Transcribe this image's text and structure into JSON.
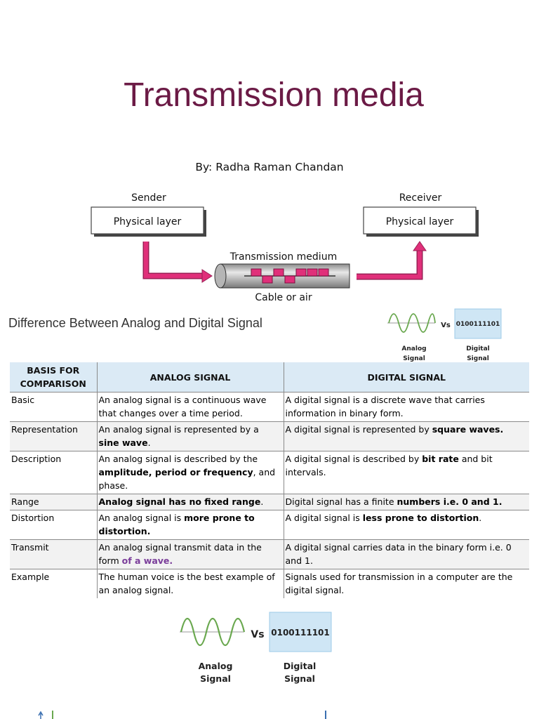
{
  "title": "Transmission media",
  "author": "By: Radha Raman Chandan",
  "diagram": {
    "sender_label": "Sender",
    "receiver_label": "Receiver",
    "sender_box": "Physical layer",
    "receiver_box": "Physical layer",
    "medium_label": "Transmission medium",
    "medium_caption": "Cable or air"
  },
  "subtitle": "Difference Between Analog and Digital Signal",
  "signal_icon": {
    "vs": "Vs",
    "digital_value": "0100111101",
    "analog_line1": "Analog",
    "analog_line2": "Signal",
    "digital_line1": "Digital",
    "digital_line2": "Signal"
  },
  "table": {
    "headers": {
      "basis_line1": "BASIS FOR",
      "basis_line2": "COMPARISON",
      "analog": "ANALOG SIGNAL",
      "digital": "DIGITAL SIGNAL"
    },
    "rows": [
      {
        "basis": "Basic",
        "analog": [
          {
            "t": "An analog signal is a continuous wave that changes over a time period."
          }
        ],
        "digital": [
          {
            "t": "A digital signal is a discrete wave that carries information in binary form."
          }
        ]
      },
      {
        "basis": "Representation",
        "analog": [
          {
            "t": "An analog signal is represented by a "
          },
          {
            "t": "sine wave",
            "b": true
          },
          {
            "t": "."
          }
        ],
        "digital": [
          {
            "t": "A digital signal is represented by "
          },
          {
            "t": "square waves.",
            "b": true
          }
        ]
      },
      {
        "basis": "Description",
        "analog": [
          {
            "t": "An analog signal is described by the "
          },
          {
            "t": "amplitude, period or frequency",
            "b": true
          },
          {
            "t": ", and phase."
          }
        ],
        "digital": [
          {
            "t": "A digital signal is described by "
          },
          {
            "t": "bit rate",
            "b": true
          },
          {
            "t": " and bit intervals."
          }
        ]
      },
      {
        "basis": "Range",
        "analog": [
          {
            "t": "Analog signal has no fixed range",
            "b": true
          },
          {
            "t": "."
          }
        ],
        "digital": [
          {
            "t": "Digital signal has a finite "
          },
          {
            "t": "numbers i.e. 0 and 1.",
            "b": true
          }
        ]
      },
      {
        "basis": "Distortion",
        "analog": [
          {
            "t": "An analog signal is "
          },
          {
            "t": "more prone to distortion.",
            "b": true
          }
        ],
        "digital": [
          {
            "t": "A digital signal is "
          },
          {
            "t": "less prone to distortion",
            "b": true
          },
          {
            "t": "."
          }
        ]
      },
      {
        "basis": "Transmit",
        "analog": [
          {
            "t": "An analog signal transmit data in the form "
          },
          {
            "t": "of a wave.",
            "p": true
          }
        ],
        "digital": [
          {
            "t": "A digital signal carries data in the binary form i.e. 0 and 1."
          }
        ]
      },
      {
        "basis": "Example",
        "analog": [
          {
            "t": "The human voice is the best example of an analog signal."
          }
        ],
        "digital": [
          {
            "t": "Signals used for transmission in a computer are the digital signal."
          }
        ]
      }
    ]
  },
  "colors": {
    "title": "#6b1a45",
    "arrow": "#e0307a",
    "header_bg": "#dbeaf5",
    "digital_box": "#cfe6f5",
    "wave": "#6aa84f"
  }
}
